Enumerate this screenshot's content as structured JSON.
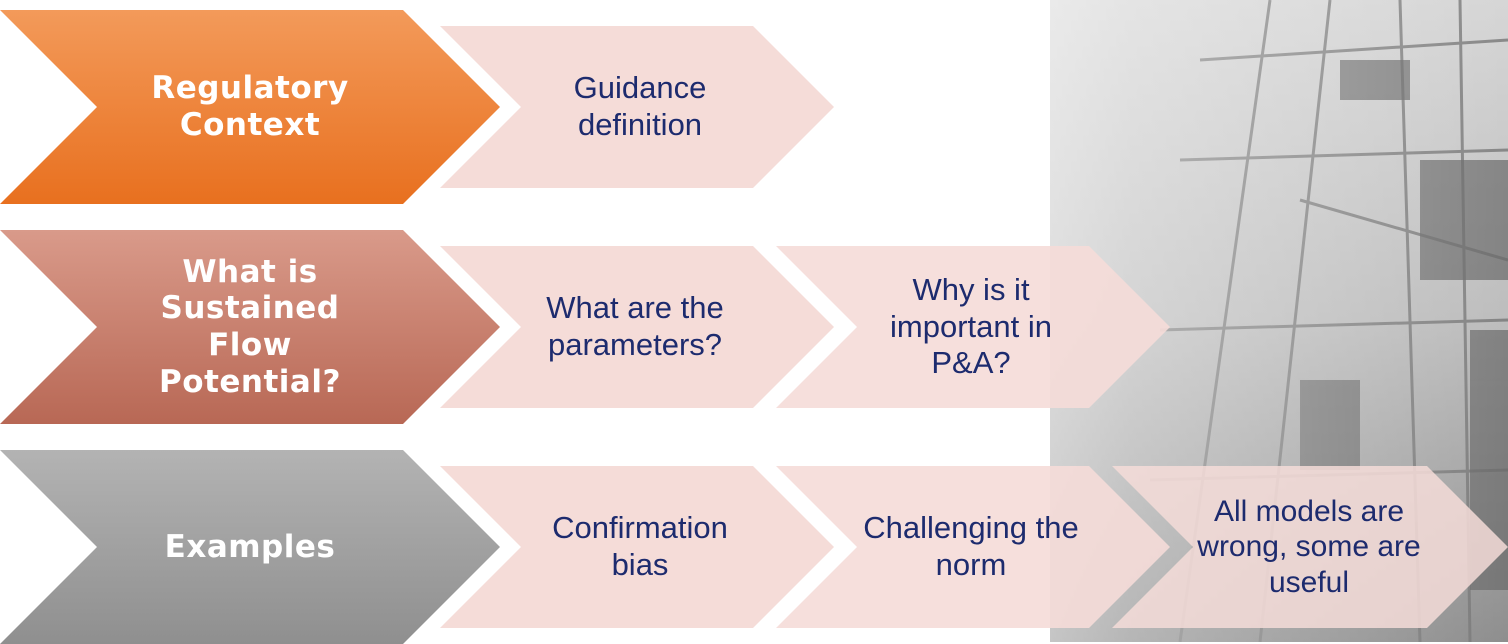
{
  "rows": [
    {
      "id": "regulatory",
      "heading": "Regulatory Context",
      "heading_color_top": "#f39a5a",
      "heading_color_bottom": "#e8701f",
      "items": [
        "Guidance definition"
      ]
    },
    {
      "id": "sfp",
      "heading": "What is Sustained Flow Potential?",
      "heading_color_top": "#d99a8a",
      "heading_color_bottom": "#b86855",
      "items": [
        "What are the parameters?",
        "Why is it important in P&A?"
      ]
    },
    {
      "id": "examples",
      "heading": "Examples",
      "heading_color_top": "#b3b3b3",
      "heading_color_bottom": "#8f8f8f",
      "items": [
        "Confirmation bias",
        "Challenging the norm",
        "All models are wrong, some are useful"
      ]
    }
  ],
  "colors": {
    "sub_fill": "#f5dcd8",
    "sub_text": "#1d2b6e"
  },
  "background": {
    "description_icon": "industrial-photo"
  }
}
